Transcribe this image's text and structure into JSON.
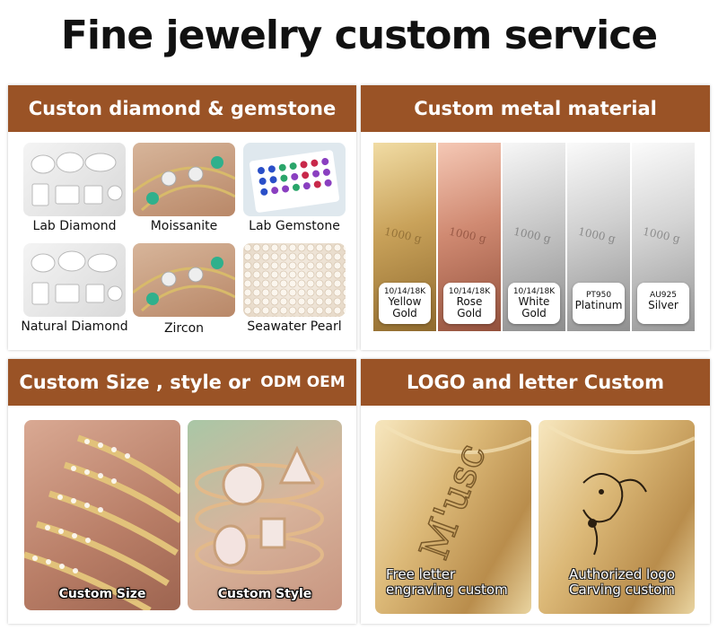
{
  "page": {
    "title": "Fine jewelry custom service"
  },
  "panels": {
    "gemstone": {
      "heading": "Custon diamond & gemstone",
      "items": [
        {
          "label": "Lab Diamond"
        },
        {
          "label": "Moissanite"
        },
        {
          "label": "Lab Gemstone"
        },
        {
          "label": "Natural Diamond"
        },
        {
          "label": "Zircon"
        },
        {
          "label": "Seawater Pearl"
        }
      ]
    },
    "metal": {
      "heading": "Custom metal material",
      "bar_stamp": "1000 g",
      "items": [
        {
          "karat": "10/14/18K",
          "name_line1": "Yellow",
          "name_line2": "Gold",
          "color": "#c9a25a"
        },
        {
          "karat": "10/14/18K",
          "name_line1": "Rose",
          "name_line2": "Gold",
          "color": "#d08a72"
        },
        {
          "karat": "10/14/18K",
          "name_line1": "White",
          "name_line2": "Gold",
          "color": "#c8c8c8"
        },
        {
          "karat": "PT950",
          "name_line1": "Platinum",
          "name_line2": "",
          "color": "#cfcfcf"
        },
        {
          "karat": "AU925",
          "name_line1": "Silver",
          "name_line2": "",
          "color": "#d4d4d4"
        }
      ]
    },
    "size": {
      "heading_main": "Custom Size , style or ",
      "heading_small": "ODM OEM",
      "items": [
        {
          "label": "Custom Size"
        },
        {
          "label": "Custom Style"
        }
      ]
    },
    "logo": {
      "heading": "LOGO and letter Custom",
      "items": [
        {
          "line1": "Free letter",
          "line2": "engraving custom",
          "engraving": "M'usc"
        },
        {
          "line1": "Authorized logo",
          "line2": "Carving custom"
        }
      ]
    }
  },
  "colors": {
    "header_brown": "#9a5326",
    "gold": "#c9a25a"
  }
}
